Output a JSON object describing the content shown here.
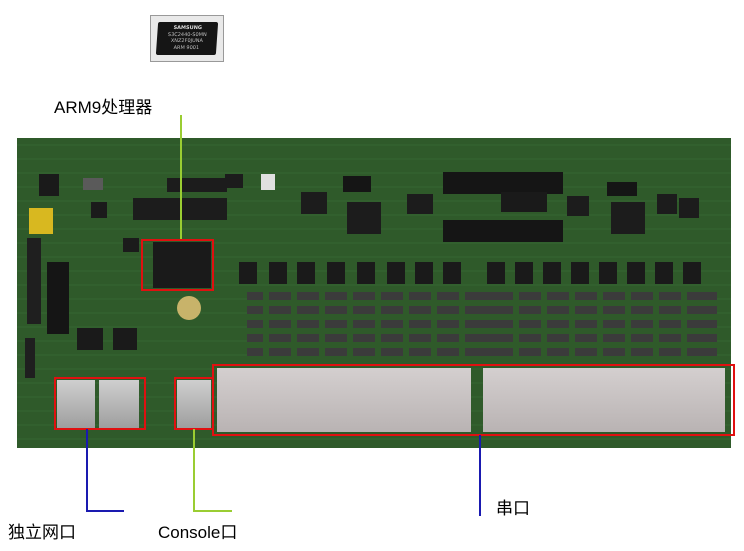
{
  "labels": {
    "processor": "ARM9处理器",
    "ethernet": "独立网口",
    "console": "Console口",
    "serial": "串口"
  },
  "chip_marking": {
    "brand": "SAMSUNG",
    "line1": "S3C2440-S0MN",
    "line2": "XNZ2F0JUNA",
    "line3": "ARM",
    "line4": "9001"
  },
  "colors": {
    "board": "#2f5a2a",
    "highlight_box": "#e01010",
    "processor_line": "#9acd32",
    "console_line": "#9acd32",
    "ethernet_line": "#1a1ab0",
    "serial_line": "#1a1ab0"
  }
}
